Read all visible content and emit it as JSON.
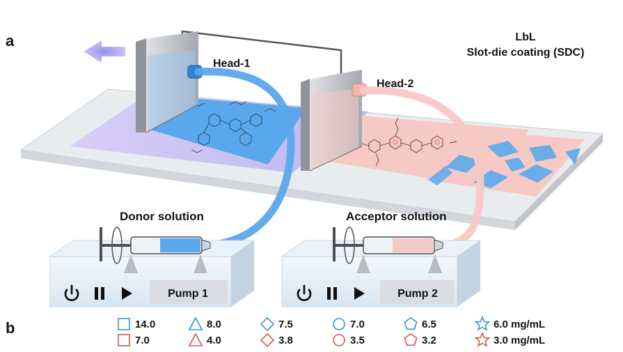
{
  "panel_a": {
    "label": "a",
    "title_line1": "LbL",
    "title_line2": "Slot-die coating (SDC)",
    "head1": "Head-1",
    "head2": "Head-2",
    "donor_solution": "Donor solution",
    "acceptor_solution": "Acceptor solution",
    "pump1": {
      "label": "Pump 1",
      "controls": [
        "power-icon",
        "pause-icon",
        "play-icon"
      ]
    },
    "pump2": {
      "label": "Pump 2",
      "controls": [
        "power-icon",
        "pause-icon",
        "play-icon"
      ]
    },
    "colors": {
      "donor_blue": "#5aa8ec",
      "acceptor_pink": "#f6c4c0",
      "substrate_purple": "#c9c2f2",
      "head_gray": "#b5b8be"
    }
  },
  "panel_b": {
    "label": "b",
    "legend": [
      {
        "shape": "square",
        "top": "14.0",
        "bottom": "7.0"
      },
      {
        "shape": "triangle",
        "top": "8.0",
        "bottom": "4.0"
      },
      {
        "shape": "diamond",
        "top": "7.5",
        "bottom": "3.8"
      },
      {
        "shape": "circle",
        "top": "7.0",
        "bottom": "3.5"
      },
      {
        "shape": "pentagon",
        "top": "6.5",
        "bottom": "3.2"
      },
      {
        "shape": "star",
        "top": "6.0 mg/mL",
        "bottom": "3.0 mg/mL"
      }
    ],
    "colors": {
      "top": "#3d8fd6",
      "bottom": "#d9534f"
    }
  }
}
